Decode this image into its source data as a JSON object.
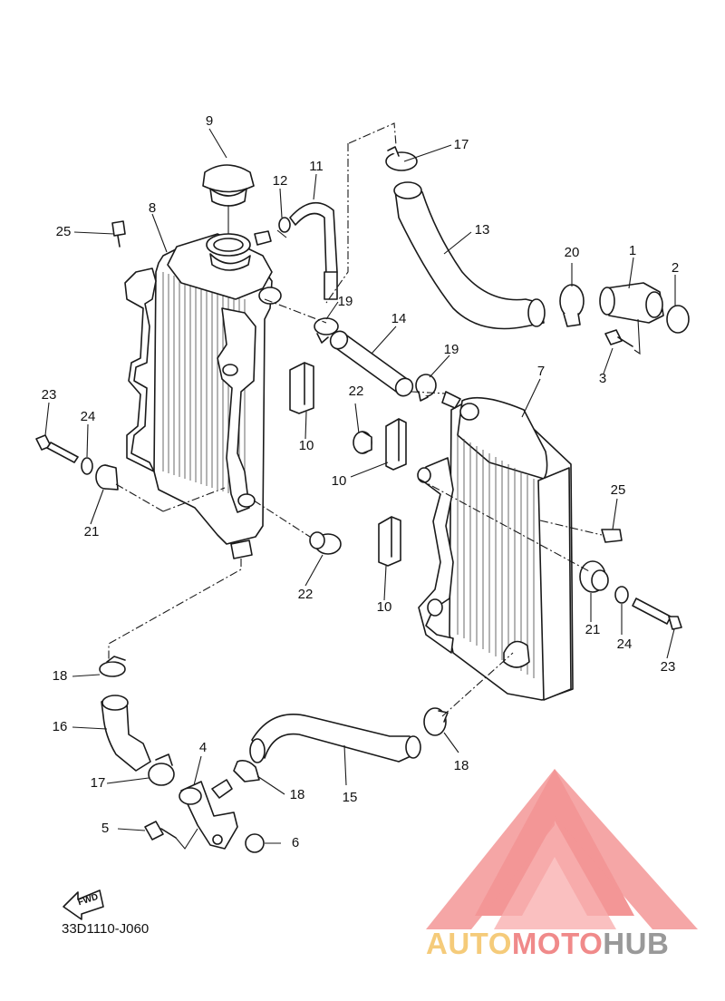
{
  "diagram_code": "33D1110-J060",
  "fwd_label": "FWD",
  "watermark": {
    "part1": "AUTO",
    "part2": "MOTO",
    "part3": "HUB"
  },
  "colors": {
    "line": "#1a1a1a",
    "logo_red": "#f28b8b",
    "logo_orange": "#f5cb7a",
    "logo_gray": "#999999"
  },
  "callouts": [
    {
      "id": "c1",
      "label": "1"
    },
    {
      "id": "c2",
      "label": "2"
    },
    {
      "id": "c3",
      "label": "3"
    },
    {
      "id": "c4",
      "label": "4"
    },
    {
      "id": "c5",
      "label": "5"
    },
    {
      "id": "c6",
      "label": "6"
    },
    {
      "id": "c7",
      "label": "7"
    },
    {
      "id": "c8",
      "label": "8"
    },
    {
      "id": "c9",
      "label": "9"
    },
    {
      "id": "c10a",
      "label": "10"
    },
    {
      "id": "c10b",
      "label": "10"
    },
    {
      "id": "c10c",
      "label": "10"
    },
    {
      "id": "c11",
      "label": "11"
    },
    {
      "id": "c12",
      "label": "12"
    },
    {
      "id": "c13",
      "label": "13"
    },
    {
      "id": "c14",
      "label": "14"
    },
    {
      "id": "c15",
      "label": "15"
    },
    {
      "id": "c16",
      "label": "16"
    },
    {
      "id": "c17a",
      "label": "17"
    },
    {
      "id": "c17b",
      "label": "17"
    },
    {
      "id": "c18a",
      "label": "18"
    },
    {
      "id": "c18b",
      "label": "18"
    },
    {
      "id": "c18c",
      "label": "18"
    },
    {
      "id": "c19a",
      "label": "19"
    },
    {
      "id": "c19b",
      "label": "19"
    },
    {
      "id": "c20",
      "label": "20"
    },
    {
      "id": "c21a",
      "label": "21"
    },
    {
      "id": "c21b",
      "label": "21"
    },
    {
      "id": "c22a",
      "label": "22"
    },
    {
      "id": "c22b",
      "label": "22"
    },
    {
      "id": "c23a",
      "label": "23"
    },
    {
      "id": "c23b",
      "label": "23"
    },
    {
      "id": "c24a",
      "label": "24"
    },
    {
      "id": "c24b",
      "label": "24"
    },
    {
      "id": "c25a",
      "label": "25"
    },
    {
      "id": "c25b",
      "label": "25"
    }
  ]
}
